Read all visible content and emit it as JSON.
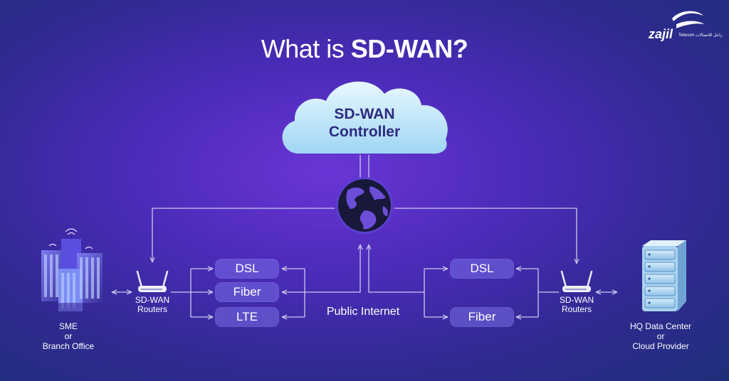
{
  "title": {
    "prefix": "What is ",
    "bold": "SD-WAN?"
  },
  "logo": {
    "name": "zajil",
    "sub": "Telecom زاجل للاتصالات"
  },
  "controller": {
    "line1": "SD-WAN",
    "line2": "Controller"
  },
  "public_internet": "Public Internet",
  "left_links": [
    "DSL",
    "Fiber",
    "LTE"
  ],
  "right_links": [
    "DSL",
    "Fiber"
  ],
  "left_router": {
    "line1": "SD-WAN",
    "line2": "Routers"
  },
  "right_router": {
    "line1": "SD-WAN",
    "line2": "Routers"
  },
  "left_site": {
    "line1": "SME",
    "line2": "or",
    "line3": "Branch Office"
  },
  "right_site": {
    "line1": "HQ Data Center",
    "line2": "or",
    "line3": "Cloud Provider"
  },
  "colors": {
    "bg": "#4b2bb8",
    "cloud": "#bde8fb",
    "pill": "#7a6ee6",
    "globe": "#14162e"
  },
  "icons": [
    "cloud-icon",
    "globe-icon",
    "router-icon",
    "office-buildings-icon",
    "server-rack-icon"
  ]
}
